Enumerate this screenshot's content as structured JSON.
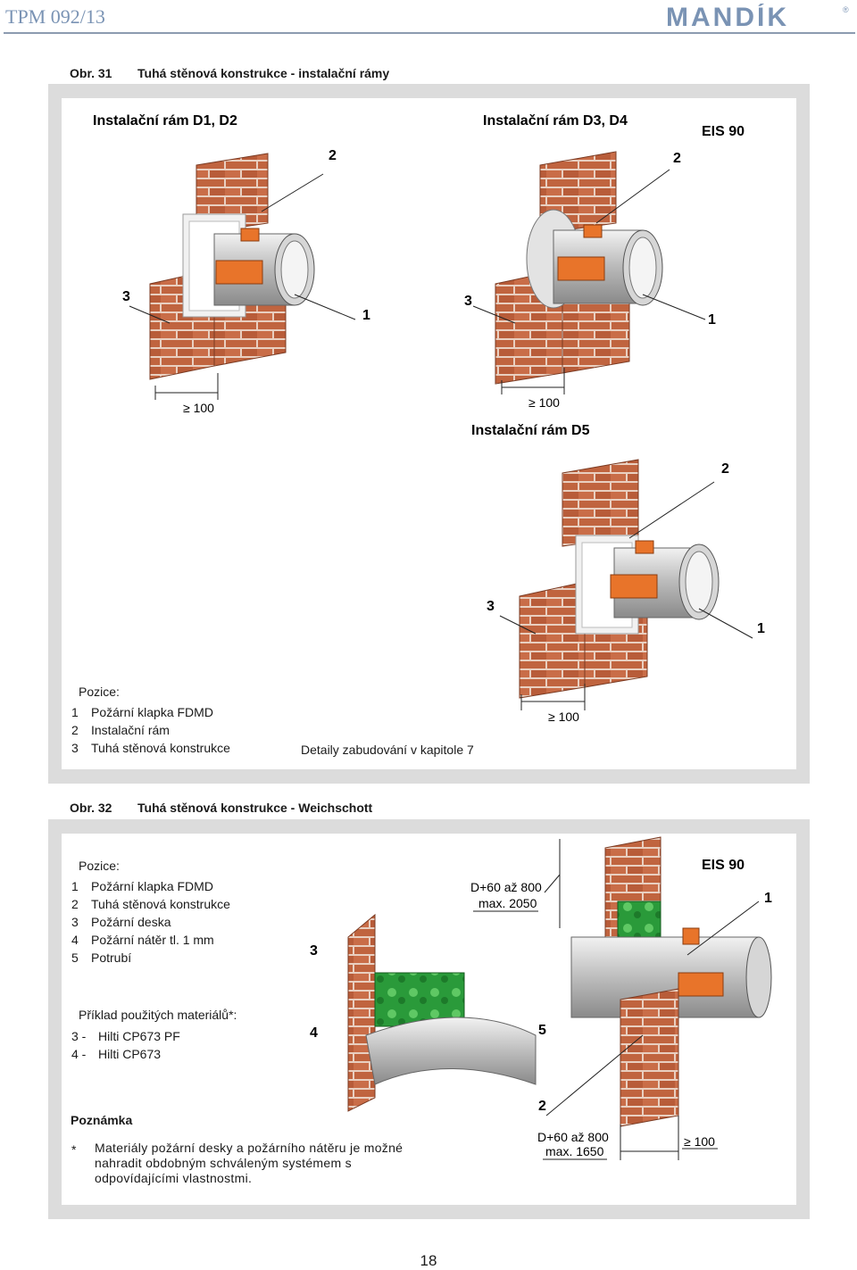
{
  "header": {
    "doc_code": "TPM 092/13",
    "brand": "MANDÍK",
    "brand_mark": "®"
  },
  "fig31": {
    "label": "Obr. 31",
    "title": "Tuhá stěnová konstrukce - instalační rámy",
    "frame_d1d2": "Instalační rám D1, D2",
    "frame_d3d4": "Instalační rám D3, D4",
    "frame_d5": "Instalační rám D5",
    "eis": "EIS 90",
    "callout_1": "1",
    "callout_2": "2",
    "callout_3": "3",
    "dim": "≥ 100",
    "positions_heading": "Pozice:",
    "positions": [
      {
        "n": "1",
        "text": "Požární klapka FDMD"
      },
      {
        "n": "2",
        "text": "Instalační rám"
      },
      {
        "n": "3",
        "text": "Tuhá stěnová konstrukce"
      }
    ],
    "details_note": "Detaily zabudování v kapitole 7"
  },
  "fig32": {
    "label": "Obr. 32",
    "title": "Tuhá stěnová konstrukce - Weichschott",
    "eis": "EIS 90",
    "positions_heading": "Pozice:",
    "positions": [
      {
        "n": "1",
        "text": "Požární klapka FDMD"
      },
      {
        "n": "2",
        "text": "Tuhá stěnová konstrukce"
      },
      {
        "n": "3",
        "text": "Požární deska"
      },
      {
        "n": "4",
        "text": "Požární nátěr tl. 1 mm"
      },
      {
        "n": "5",
        "text": "Potrubí"
      }
    ],
    "dim_top_1": "D+60 až 800",
    "dim_top_2": "max. 2050",
    "dim_bot_1": "D+60 až 800",
    "dim_bot_2": "max. 1650",
    "dim_100": "≥ 100",
    "callout_1": "1",
    "callout_2": "2",
    "callout_3": "3",
    "callout_4": "4",
    "callout_5": "5",
    "materials_heading": "Příklad použitých materiálů*:",
    "materials": [
      {
        "n": "3 -",
        "text": "Hilti CP673 PF"
      },
      {
        "n": "4 -",
        "text": "Hilti CP673"
      }
    ],
    "note_heading": "Poznámka",
    "note_star": "*",
    "note_lines": [
      "Materiály požární desky a požárního nátěru je možné",
      "nahradit obdobným schváleným systémem s",
      "odpovídajícími vlastnostmi."
    ]
  },
  "page_number": "18",
  "colors": {
    "brick": "#c0643f",
    "mortar": "#e9cfc0",
    "actuator": "#e8742a",
    "board": "#2a9a3a",
    "panel": "#dcdcdc",
    "brand": "#7a93b4"
  }
}
